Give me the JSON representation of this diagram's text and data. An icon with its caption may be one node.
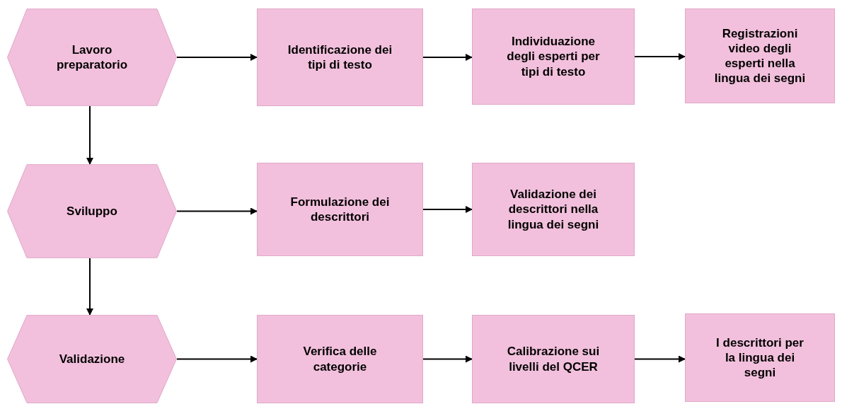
{
  "diagram": {
    "nodes": [
      {
        "text": [
          "Lavoro preparatorio"
        ]
      },
      {
        "text": [
          "Identificazione dei tipi di testo"
        ]
      },
      {
        "text": [
          "Individuazione degli esperti per tipi di testo"
        ]
      },
      {
        "text": [
          "Registrazioni video degli esperti nella lingua dei segni"
        ]
      },
      {
        "text": [
          "Sviluppo"
        ]
      },
      {
        "text": [
          "Formulazione dei descrittori"
        ]
      },
      {
        "text": [
          "Validazione dei descrittori nella lingua dei segni"
        ]
      },
      {
        "text": [
          "Validazione"
        ]
      },
      {
        "text": [
          "Verifica delle categorie"
        ]
      },
      {
        "text": [
          "Calibrazione sui livelli del QCER"
        ]
      },
      {
        "text": [
          "I descrittori per la lingua dei segni"
        ]
      }
    ],
    "edges": [
      {
        "from": 0,
        "to": 1,
        "arrow": "to"
      },
      {
        "from": 1,
        "to": 2,
        "arrow": "to"
      },
      {
        "from": 2,
        "to": 3,
        "arrow": "to"
      },
      {
        "from": 0,
        "to": 4,
        "arrow": "to"
      },
      {
        "from": 4,
        "to": 5,
        "arrow": "to"
      },
      {
        "from": 5,
        "to": 6,
        "arrow": "to"
      },
      {
        "from": 4,
        "to": 7,
        "arrow": "to"
      },
      {
        "from": 7,
        "to": 8,
        "arrow": "to"
      },
      {
        "from": 8,
        "to": 9,
        "arrow": "to"
      },
      {
        "from": 9,
        "to": 10,
        "arrow": "to"
      }
    ]
  }
}
